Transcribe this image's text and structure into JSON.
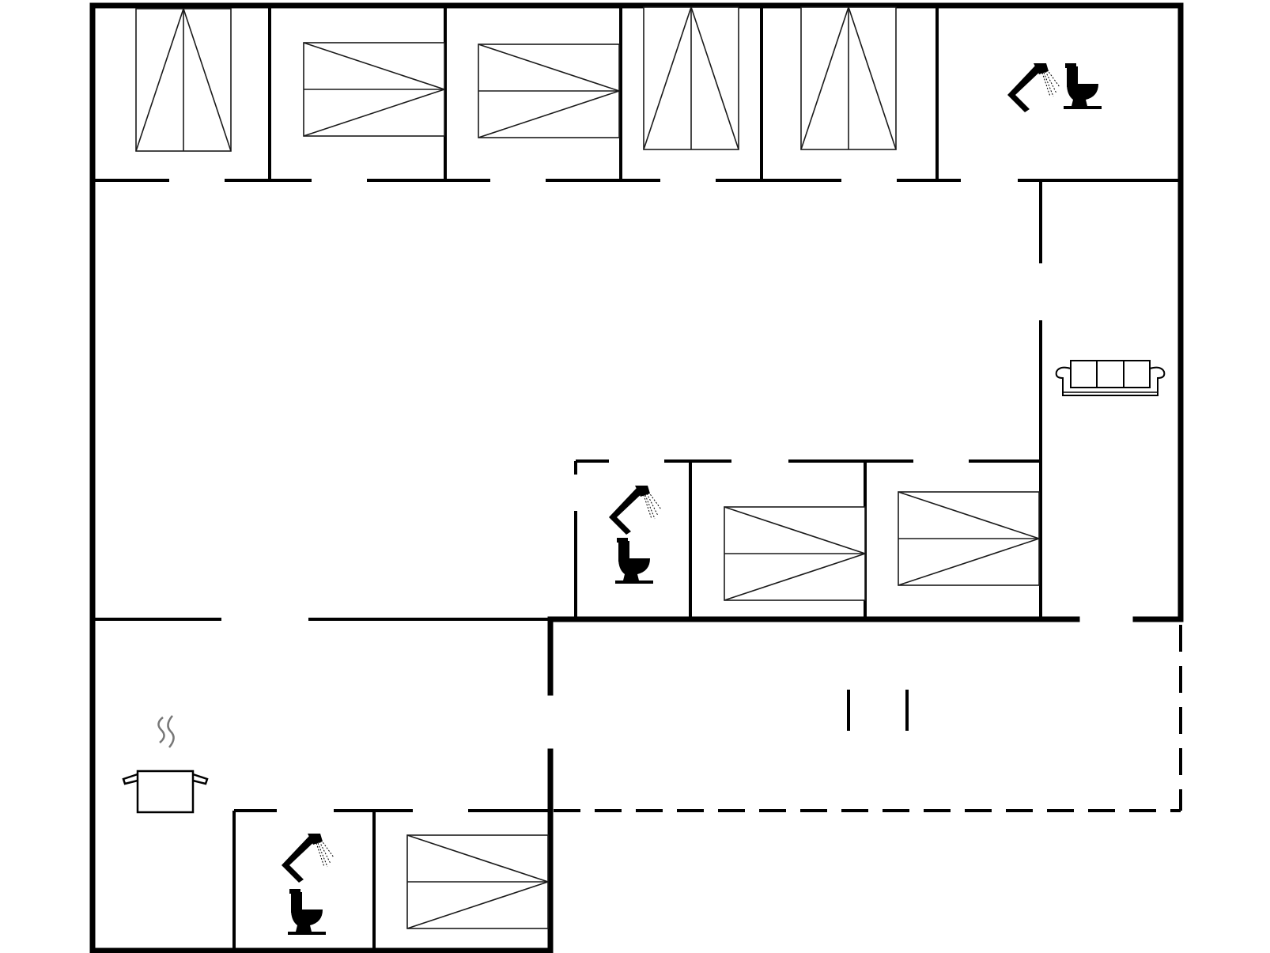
{
  "floorplan": {
    "rooms": [
      {
        "name": "bedroom-1",
        "furniture": [
          "bed-vertical"
        ]
      },
      {
        "name": "bedroom-2",
        "furniture": [
          "bed-horizontal"
        ]
      },
      {
        "name": "bedroom-3",
        "furniture": [
          "bed-horizontal"
        ]
      },
      {
        "name": "bedroom-4",
        "furniture": [
          "bed-vertical"
        ]
      },
      {
        "name": "bedroom-5",
        "furniture": [
          "bed-vertical"
        ]
      },
      {
        "name": "bathroom-top",
        "furniture": [
          "shower-icon",
          "toilet-icon"
        ]
      },
      {
        "name": "living-area",
        "furniture": [
          "sofa-icon"
        ]
      },
      {
        "name": "bathroom-middle",
        "furniture": [
          "shower-icon",
          "toilet-icon"
        ]
      },
      {
        "name": "bedroom-6",
        "furniture": [
          "bed-horizontal"
        ]
      },
      {
        "name": "bedroom-7",
        "furniture": [
          "bed-horizontal"
        ]
      },
      {
        "name": "kitchen",
        "furniture": [
          "cooking-pot-icon"
        ]
      },
      {
        "name": "bathroom-bottom",
        "furniture": [
          "shower-icon",
          "toilet-icon"
        ]
      },
      {
        "name": "bedroom-8",
        "furniture": [
          "bed-horizontal"
        ]
      },
      {
        "name": "terrace",
        "furniture": []
      }
    ],
    "colors": {
      "line": "#000000",
      "background": "#ffffff"
    }
  }
}
